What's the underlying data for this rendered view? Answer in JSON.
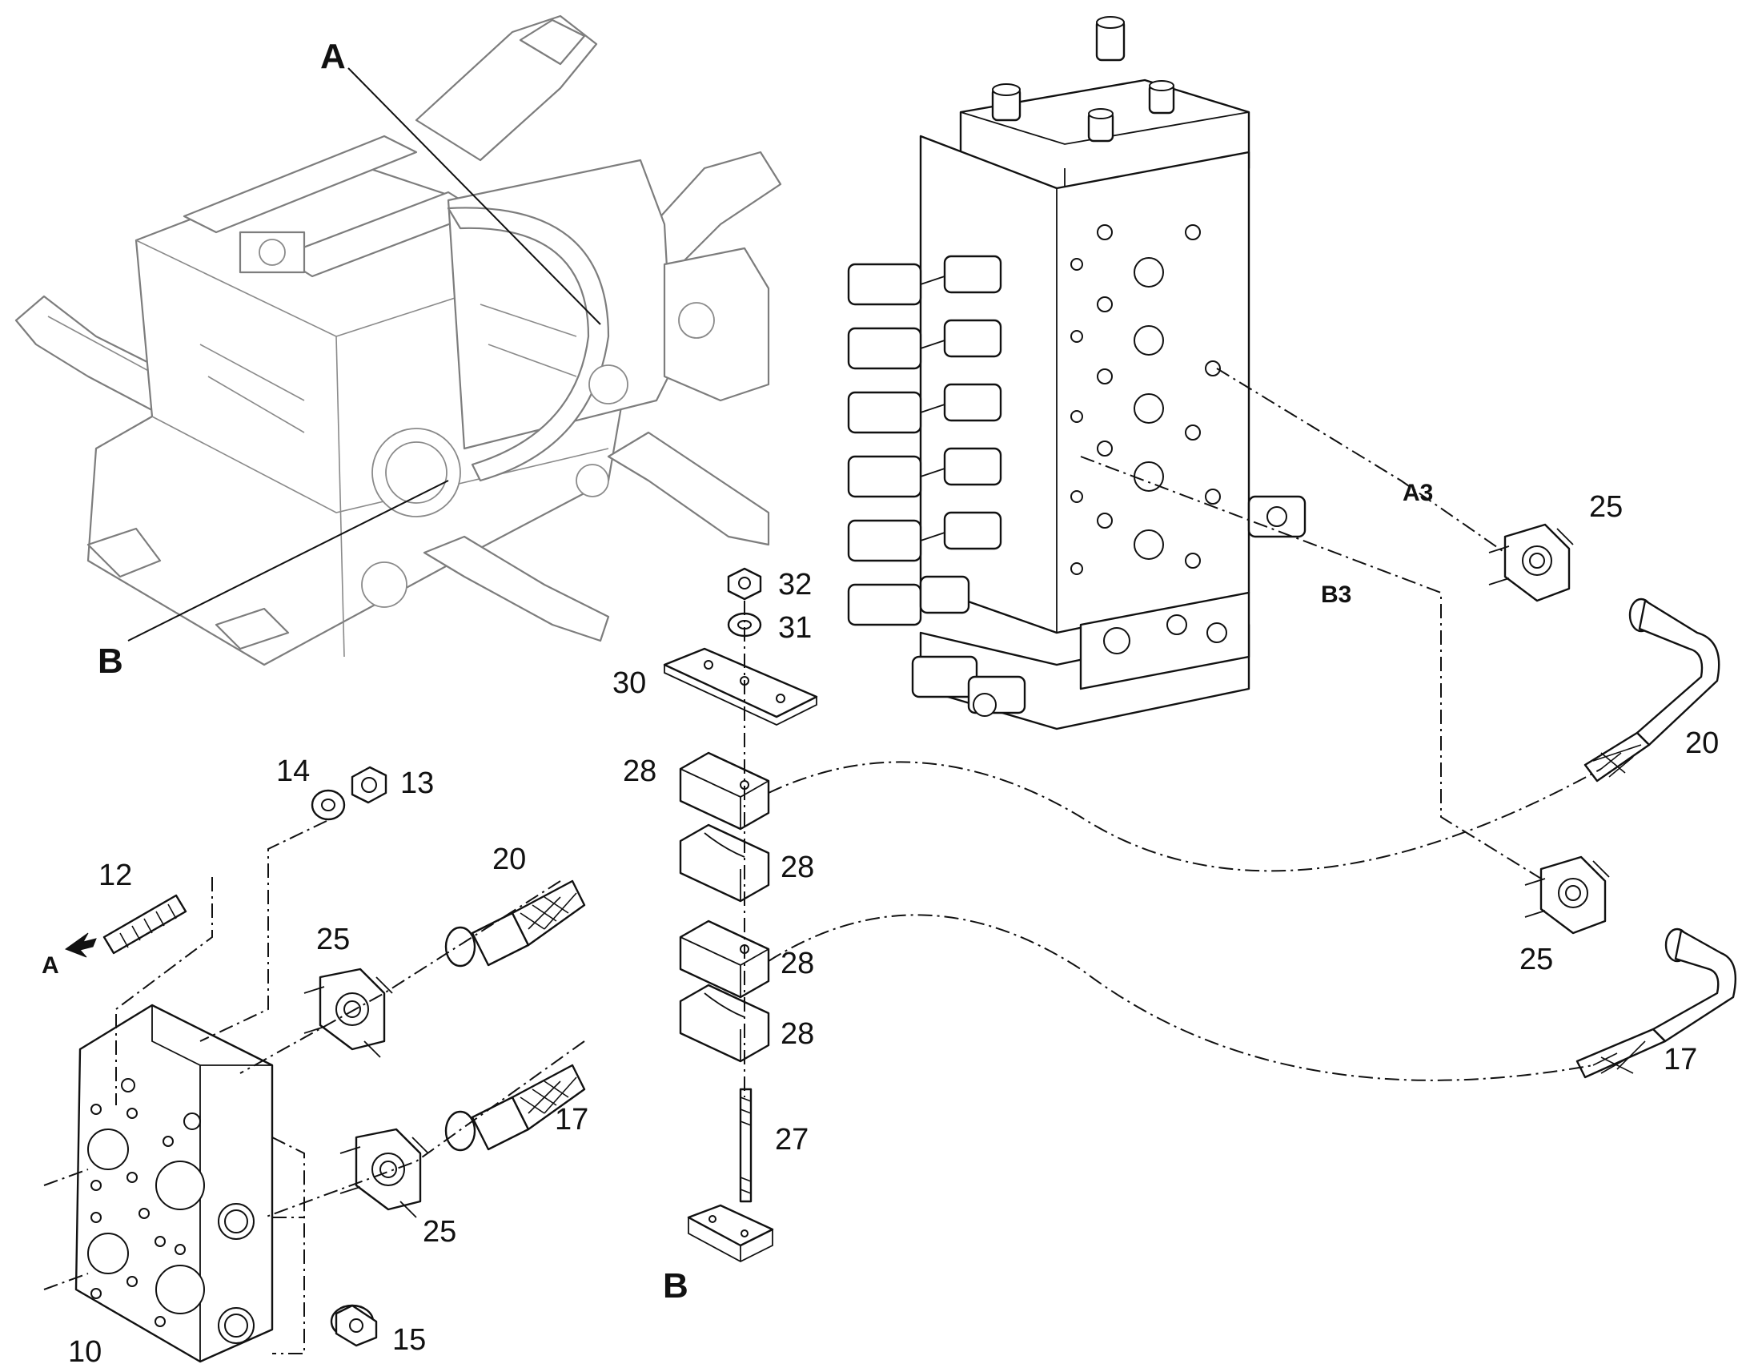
{
  "diagram": {
    "part_numbers": {
      "p10": "10",
      "p12": "12",
      "p13": "13",
      "p14": "14",
      "p15": "15",
      "p17_left": "17",
      "p17_right": "17",
      "p20_left": "20",
      "p20_right": "20",
      "p25_top_left": "25",
      "p25_bottom_left": "25",
      "p25_top_right": "25",
      "p25_bottom_right": "25",
      "p27": "27",
      "p28_a": "28",
      "p28_b": "28",
      "p28_c": "28",
      "p28_d": "28",
      "p30": "30",
      "p31": "31",
      "p32": "32"
    },
    "references": {
      "a_top": "A",
      "b_left": "B",
      "a_arrow": "A",
      "b_bottom": "B",
      "a3": "A3",
      "b3": "B3"
    }
  }
}
